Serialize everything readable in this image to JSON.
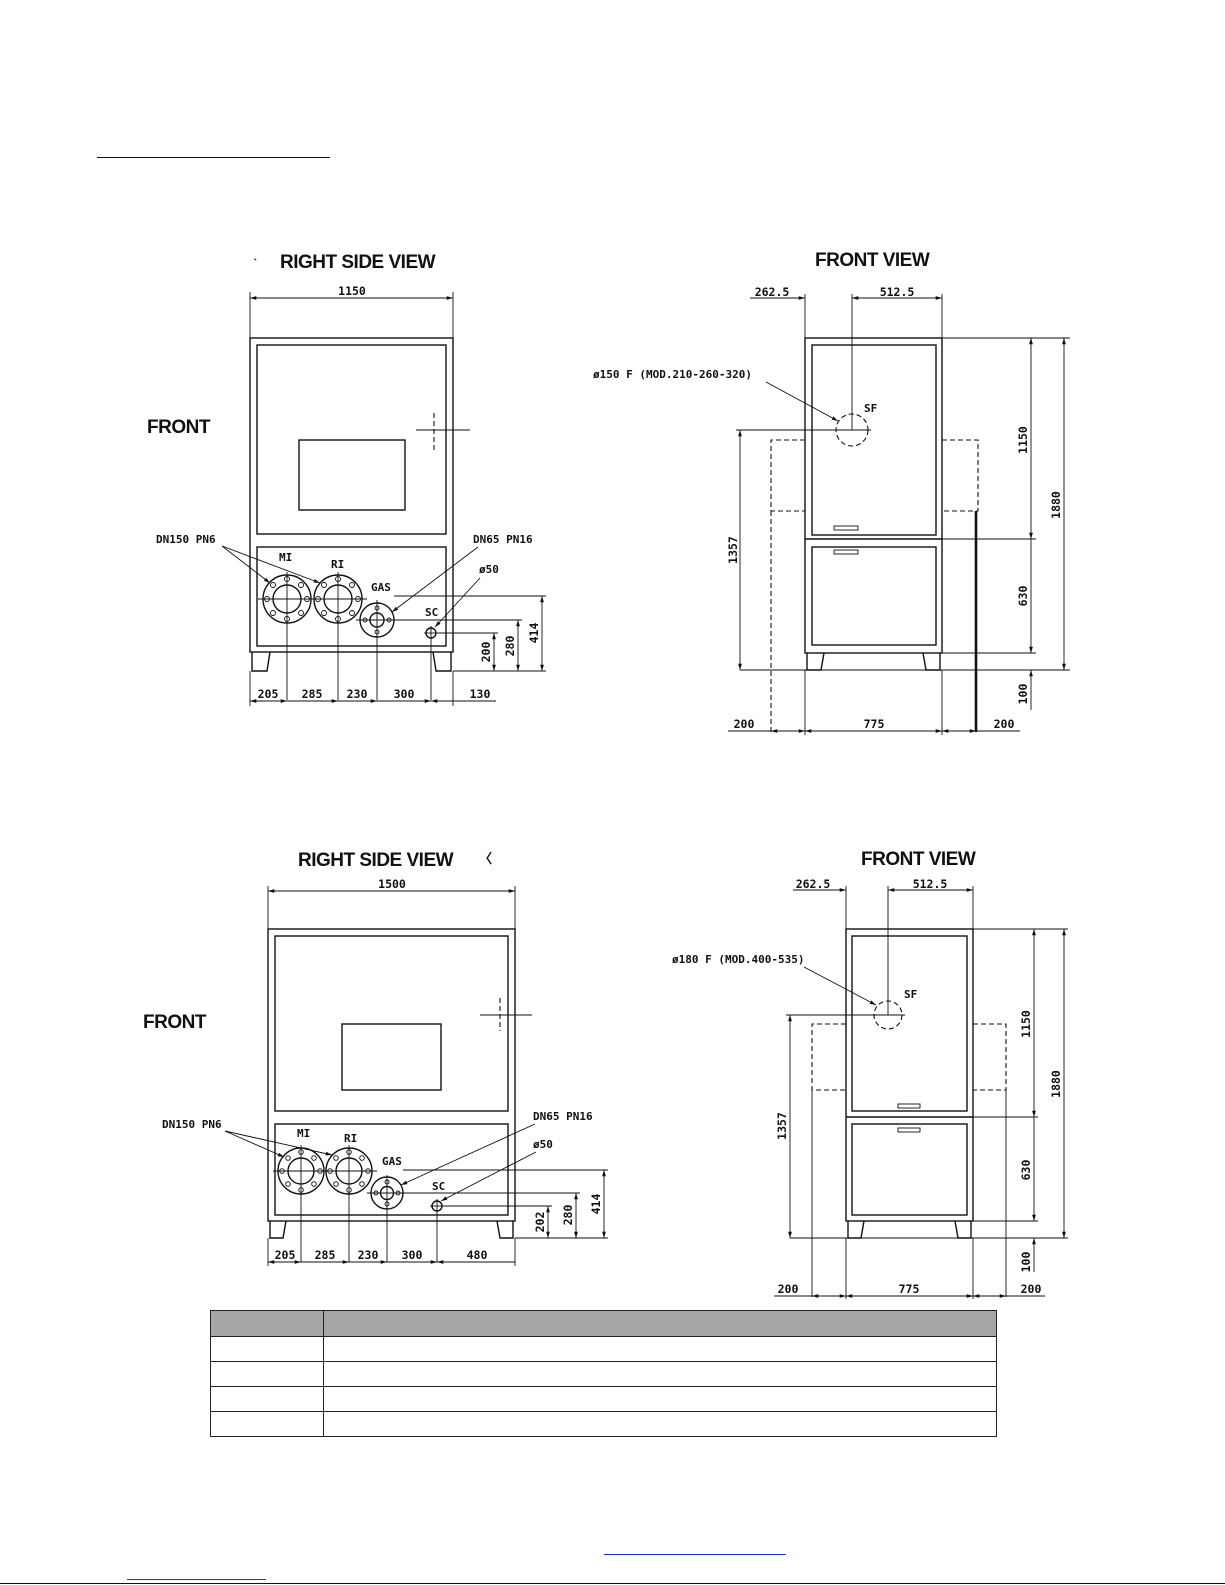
{
  "views": {
    "side_1": {
      "title": "RIGHT SIDE VIEW",
      "front_label": "FRONT",
      "width": "1150",
      "flange_label": "DN150 PN6",
      "gas_flange_label": "DN65 PN16",
      "sc_diameter": "ø50",
      "mi": "MI",
      "ri": "RI",
      "gas": "GAS",
      "sc": "SC",
      "bottom_dims": [
        "205",
        "285",
        "230",
        "300",
        "130"
      ],
      "height_dims": [
        "200",
        "280",
        "414"
      ]
    },
    "front_1": {
      "title": "FRONT VIEW",
      "sf_label": "ø150 F (MOD.210-260-320)",
      "sf": "SF",
      "top_dims": [
        "262.5",
        "512.5"
      ],
      "right_dims": [
        "1150",
        "630",
        "100",
        "1880"
      ],
      "left_dim": "1357",
      "bottom_dims": [
        "200",
        "775",
        "200"
      ]
    },
    "side_2": {
      "title": "RIGHT SIDE VIEW",
      "front_label": "FRONT",
      "width": "1500",
      "flange_label": "DN150 PN6",
      "gas_flange_label": "DN65 PN16",
      "sc_diameter": "ø50",
      "mi": "MI",
      "ri": "RI",
      "gas": "GAS",
      "sc": "SC",
      "bottom_dims": [
        "205",
        "285",
        "230",
        "300",
        "480"
      ],
      "height_dims": [
        "202",
        "280",
        "414"
      ]
    },
    "front_2": {
      "title": "FRONT VIEW",
      "sf_label": "ø180 F (MOD.400-535)",
      "sf": "SF",
      "top_dims": [
        "262.5",
        "512.5"
      ],
      "right_dims": [
        "1150",
        "630",
        "100",
        "1880"
      ],
      "left_dim": "1357",
      "bottom_dims": [
        "200",
        "775",
        "200"
      ]
    }
  },
  "table": {
    "rows": 4
  }
}
